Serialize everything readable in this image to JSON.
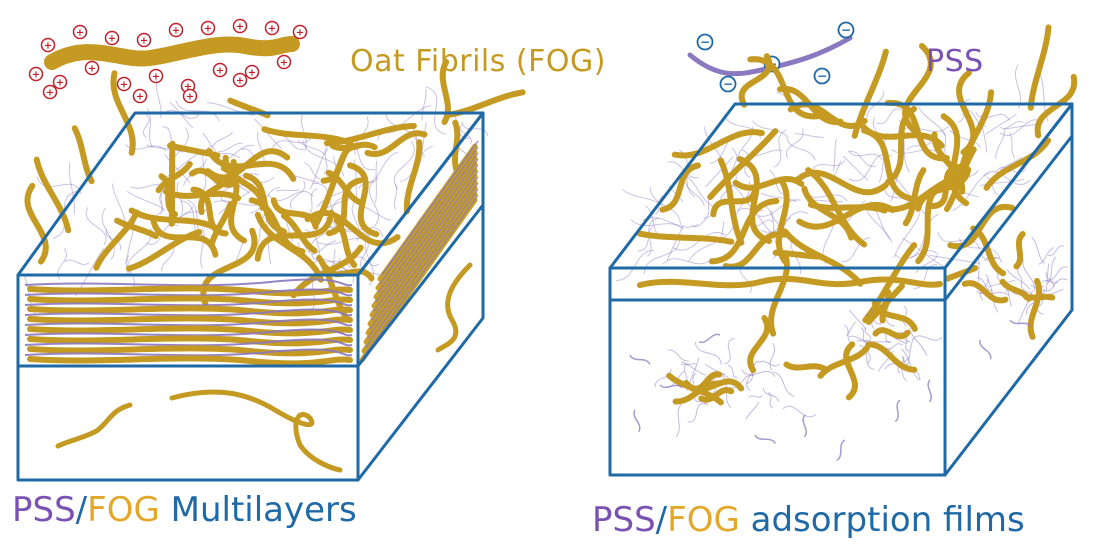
{
  "legend": {
    "fog_label": "Oat Fibrils  (FOG)",
    "pss_label": "PSS",
    "fog_charge": "+",
    "pss_charge": "−"
  },
  "captions": {
    "left": {
      "pss": "PSS",
      "slash": "/",
      "fog": "FOG",
      "rest": " Multilayers"
    },
    "right": {
      "pss": "PSS",
      "slash": "/",
      "fog": "FOG",
      "rest": " adsorption films"
    }
  },
  "colors": {
    "fibril": "#c49a22",
    "pss": "#8a78c0",
    "pss_text": "#7a52b3",
    "fog_text": "#e3a72a",
    "box_edge": "#1f6aa6",
    "charge_pos": "#c0202a",
    "charge_neg": "#1f6aa6"
  }
}
